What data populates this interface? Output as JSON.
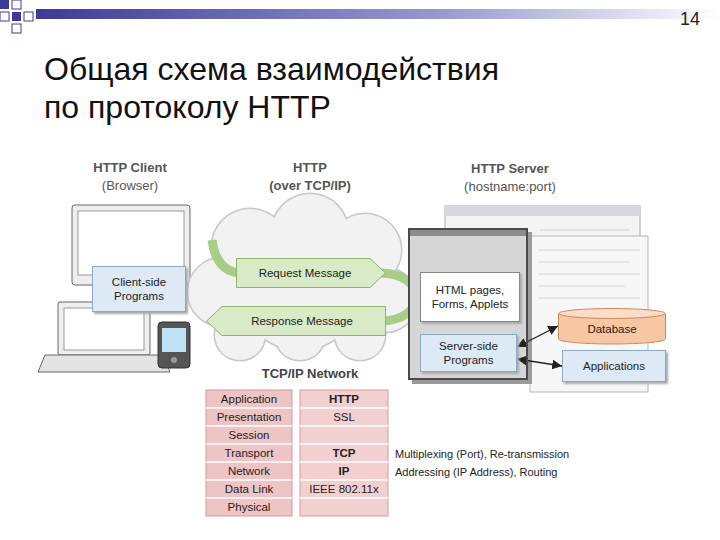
{
  "diagram": {
    "title": "Общая схема взаимодействия по протоколу HTTP",
    "nodes": [
      {
        "text": [
          "Client-side Programs"
        ]
      },
      {
        "text": [
          "Request Message"
        ]
      },
      {
        "text": [
          "Response Message"
        ]
      },
      {
        "text": [
          "HTTP Server",
          "(hostname:port)"
        ]
      },
      {
        "text": [
          "HTML pages, Forms, Applets"
        ],
        "in": 3
      },
      {
        "text": [
          "Server-side Programs"
        ],
        "in": 3
      },
      {
        "text": [
          "Database"
        ]
      },
      {
        "text": [
          "Applications"
        ]
      }
    ],
    "edges": [
      {
        "from": 5,
        "to": 6,
        "arrow": "both"
      },
      {
        "from": 5,
        "to": 7,
        "arrow": "both"
      }
    ],
    "labels": [
      "14",
      "HTTP Client",
      "(Browser)",
      "HTTP",
      "(over TCP/IP)",
      "TCP/IP Network",
      "Application",
      "Presentation",
      "Session",
      "Transport",
      "Network",
      "Data Link",
      "Physical",
      "HTTP",
      "SSL",
      "TCP",
      "IP",
      "IEEE 802.11x",
      "Multiplexing (Port), Re-transmission",
      "Addressing (IP Address), Routing"
    ]
  }
}
